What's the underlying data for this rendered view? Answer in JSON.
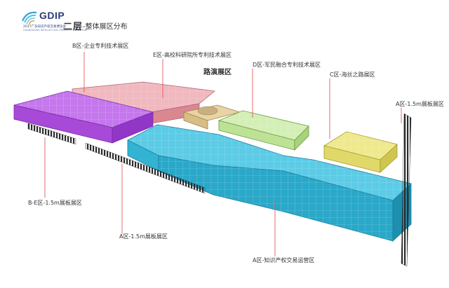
{
  "header": {
    "logo_text": "GDIP",
    "logo_sub": "2017广东知识产权交易博览会",
    "logo_sub2": "GUANGDONG INTELLECTUAL PROPERTY TRADE FAIR",
    "title_main": "二层",
    "title_sub": "-整体展区分布"
  },
  "zones": {
    "b_enterprise": "B区-企业专利技术展区",
    "e_university": "E区-高校科研院所专利技术展区",
    "roadshow": "路演展区",
    "d_military": "D区-军民融合专利技术展区",
    "c_silkroad": "C区-海丝之路展区",
    "a_panel_right": "A区-1.5m展板展区",
    "be_panel": "B-E区-1.5m展板展区",
    "a_panel_bottom": "A区-1.5m展板展区",
    "a_trade": "A区-知识产权交易运营区"
  },
  "colors": {
    "pink": "#e8a0a8",
    "purple": "#b04de0",
    "cyan": "#2fb9d8",
    "green": "#c6e8a4",
    "yellow": "#e6e070",
    "tan": "#e0c89a",
    "leader": "#e04848",
    "panel": "#2a2a2a"
  }
}
